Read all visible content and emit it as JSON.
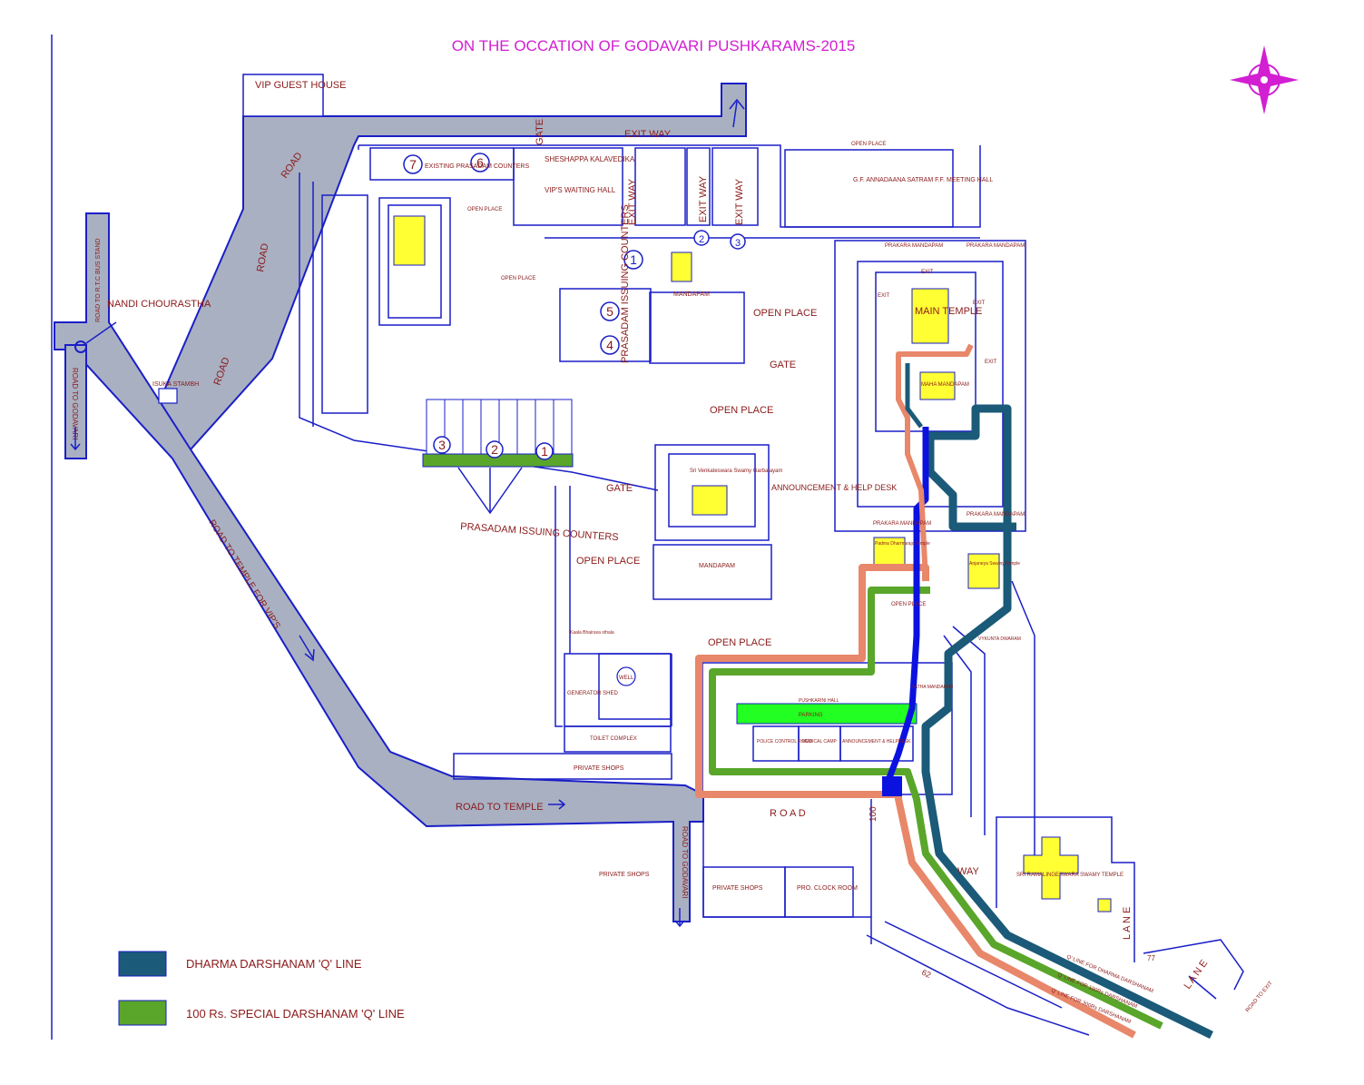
{
  "title": "ON THE OCCATION OF GODAVARI PUSHKARAMS-2015",
  "colors": {
    "road": "#a9b0c2",
    "structure": "#1a1fc7",
    "label": "#8b1a1a",
    "title": "#d21fd2",
    "dharma": "#1b5a78",
    "special": "#59a62b",
    "salmon": "#e8876a",
    "highlight": "#ffff33",
    "lime": "#22ff22",
    "blue_queue": "#0b12e0"
  },
  "icons": {
    "compass": "compass-rose-icon"
  },
  "buildings": {
    "vip_guest_house": "VIP GUEST HOUSE",
    "existing_prasadam": "EXISTING PRASADAM COUNTERS",
    "sheshappa": "SHESHAPPA KALAVEDIKA",
    "vip_waiting": "VIP'S WAITING HALL",
    "annadaana": "G.F. ANNADAANA SATRAM F.F. MEETING HALL",
    "mandapam_center": "MANDAPAM",
    "main_temple": "MAIN TEMPLE",
    "maha_mandapam": "MAHA MANDAPAM",
    "prakara_mandapam": "PRAKARA MANDAPAM",
    "venkateswara": "Sri Venkateswara Swamy Garbalayam",
    "announcement": "ANNOUNCEMENT & HELP DESK",
    "mandapam_lower": "MANDAPAM",
    "padma": "Padma Dharmaraja Temple",
    "anjaneya": "Anjaneya Swamy Temple",
    "generator": "GENERATOR SHED",
    "well": "WELL",
    "toilet": "TOILET COMPLEX",
    "private_shops_1": "PRIVATE SHOPS",
    "private_shops_2": "PRIVATE SHOPS",
    "private_shops_3": "PRIVATE SHOPS",
    "pro_clock": "PRO. CLOCK ROOM",
    "police": "POLICE CONTROL ROOM",
    "medical": "MEDICAL CAMP",
    "helpdesk": "ANNOUNCEMENT & HELPDESK",
    "parking": "PARKING",
    "ramalingeswara": "SRI RAMALINGESWARA SWAMY TEMPLE",
    "isuka": "ISUKA STAMBH",
    "kaala": "Kaala Bhairava sthala",
    "vykunta": "VYKUNTA DWARAM",
    "ratha_mandapam": "RATHA MANDAPAM",
    "pushkarini": "PUSHKARINI HALL",
    "prakara_mandapam_2": "PRAKARA MANDAPAM",
    "prakara_mandapam_3": "PRAKARA MANDAPAM",
    "prakara_mandapam_4": "PRAKARA MANDAPAM",
    "prasadam_issue_label": "PRASADAM ISSUING COUNTERS",
    "prasadam_issue_vertical": "PRASADAM ISSUING COUNTERS"
  },
  "labels": {
    "road_top": "ROAD",
    "road_mid": "ROAD",
    "road_left": "ROAD",
    "road_to_rtc": "ROAD TO R.T.C BUS STAND",
    "road_to_godavari_left": "ROAD TO GODAVARI",
    "nandi": "NANDI CHOURASTHA",
    "road_vips": "ROAD TO TEMPLE FOR VIP'S",
    "road_to_temple": "ROAD TO TEMPLE",
    "road_to_godavari_mid": "ROAD TO GODAVARI",
    "road_bottom": "R O A D",
    "exit_way_top": "EXIT WAY",
    "exit_way_v1": "EXIT WAY",
    "exit_way_v2": "EXIT WAY",
    "exit_way_v3": "EXIT WAY",
    "gate_top": "GATE",
    "gate_mid": "GATE",
    "gate_left": "GATE",
    "open_place_1": "OPEN PLACE",
    "open_place_2": "OPEN PLACE",
    "open_place_3": "OPEN PLACE",
    "open_place_4": "OPEN PLACE",
    "open_place_5": "OPEN PLACE",
    "open_place_small_1": "OPEN PLACE",
    "open_place_small_2": "OPEN PLACE",
    "open_place_small_3": "OPEN PLACE",
    "open_place_small_4": "OPEN PLACE",
    "exit_1": "EXIT",
    "exit_2": "EXIT",
    "exit_3": "EXIT",
    "exit_4": "EXIT",
    "way_label": "WAY",
    "lane_1": "L A N E",
    "lane_2": "L A N E",
    "road_to_exit": "ROAD TO EXIT",
    "q_line_1": "Q' LINE FOR DHARMA DARSHANAM",
    "q_line_2": "Q' LINE FOR 100Rs DARSHANAM",
    "q_line_3": "Q' LINE FOR 300Rs DARSHANAM",
    "num_100": "100",
    "num_62": "62",
    "num_77": "77"
  },
  "counters": [
    "1",
    "2",
    "3",
    "4",
    "5",
    "6",
    "7"
  ],
  "legend": {
    "items": [
      {
        "label": "DHARMA DARSHANAM 'Q' LINE",
        "color": "#1b5a78"
      },
      {
        "label": "100 Rs. SPECIAL DARSHANAM 'Q' LINE",
        "color": "#59a62b"
      }
    ]
  }
}
